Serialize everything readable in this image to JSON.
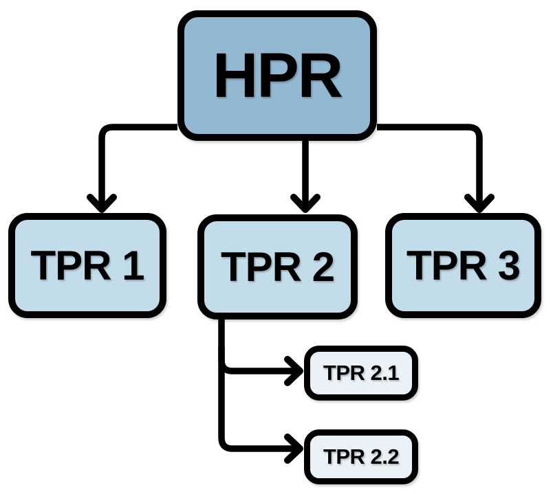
{
  "diagram": {
    "type": "hierarchy-flowchart",
    "root": {
      "id": "hpr",
      "label": "HPR",
      "fill": "#93b8d2"
    },
    "children": [
      {
        "id": "tpr1",
        "label": "TPR 1",
        "fill": "#c3dcea"
      },
      {
        "id": "tpr2",
        "label": "TPR 2",
        "fill": "#c3dcea"
      },
      {
        "id": "tpr3",
        "label": "TPR 3",
        "fill": "#c3dcea"
      }
    ],
    "subchildren": [
      {
        "id": "tpr2-1",
        "label": "TPR 2.1",
        "fill": "#eaf2f8"
      },
      {
        "id": "tpr2-2",
        "label": "TPR 2.2",
        "fill": "#eaf2f8"
      }
    ],
    "edges": [
      {
        "from": "HPR",
        "to": "TPR 1"
      },
      {
        "from": "HPR",
        "to": "TPR 2"
      },
      {
        "from": "HPR",
        "to": "TPR 3"
      },
      {
        "from": "TPR 2",
        "to": "TPR 2.1"
      },
      {
        "from": "TPR 2",
        "to": "TPR 2.2"
      }
    ],
    "colors": {
      "background": "#ffffff",
      "stroke": "#000000",
      "text": "#000000",
      "root_fill": "#93b8d2",
      "child_fill": "#c3dcea",
      "grandchild_fill": "#eaf2f8"
    }
  }
}
